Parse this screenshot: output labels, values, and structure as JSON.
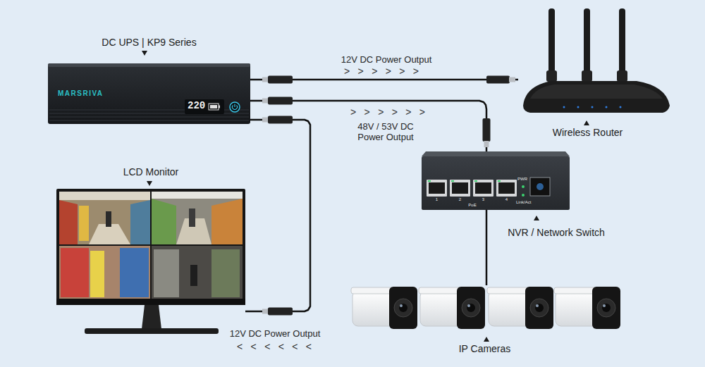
{
  "diagram": {
    "nodes": [
      {
        "text": [
          "DC UPS | KP9 Series",
          "MARSRIVA",
          "220"
        ]
      },
      {
        "text": [
          "Wireless Router"
        ]
      },
      {
        "text": [
          "NVR / Network Switch",
          "PWR",
          "Link/Act",
          "1",
          "2",
          "3",
          "4",
          "PoE"
        ]
      },
      {
        "text": [
          "LCD Monitor"
        ]
      },
      {
        "text": [
          "IP Cameras"
        ]
      }
    ],
    "edges": [
      {
        "from": 0,
        "to": 1,
        "label": "12V DC Power Output",
        "arrow": "none"
      },
      {
        "from": 0,
        "to": 2,
        "label": "48V / 53V DC Power Output",
        "arrow": "none"
      },
      {
        "from": 0,
        "to": 3,
        "label": "12V DC Power Output",
        "arrow": "none"
      },
      {
        "from": 2,
        "to": 4,
        "arrow": "none"
      }
    ],
    "labels": [
      "> > > > > >",
      "> > > > > >",
      "< < < < < <"
    ]
  }
}
